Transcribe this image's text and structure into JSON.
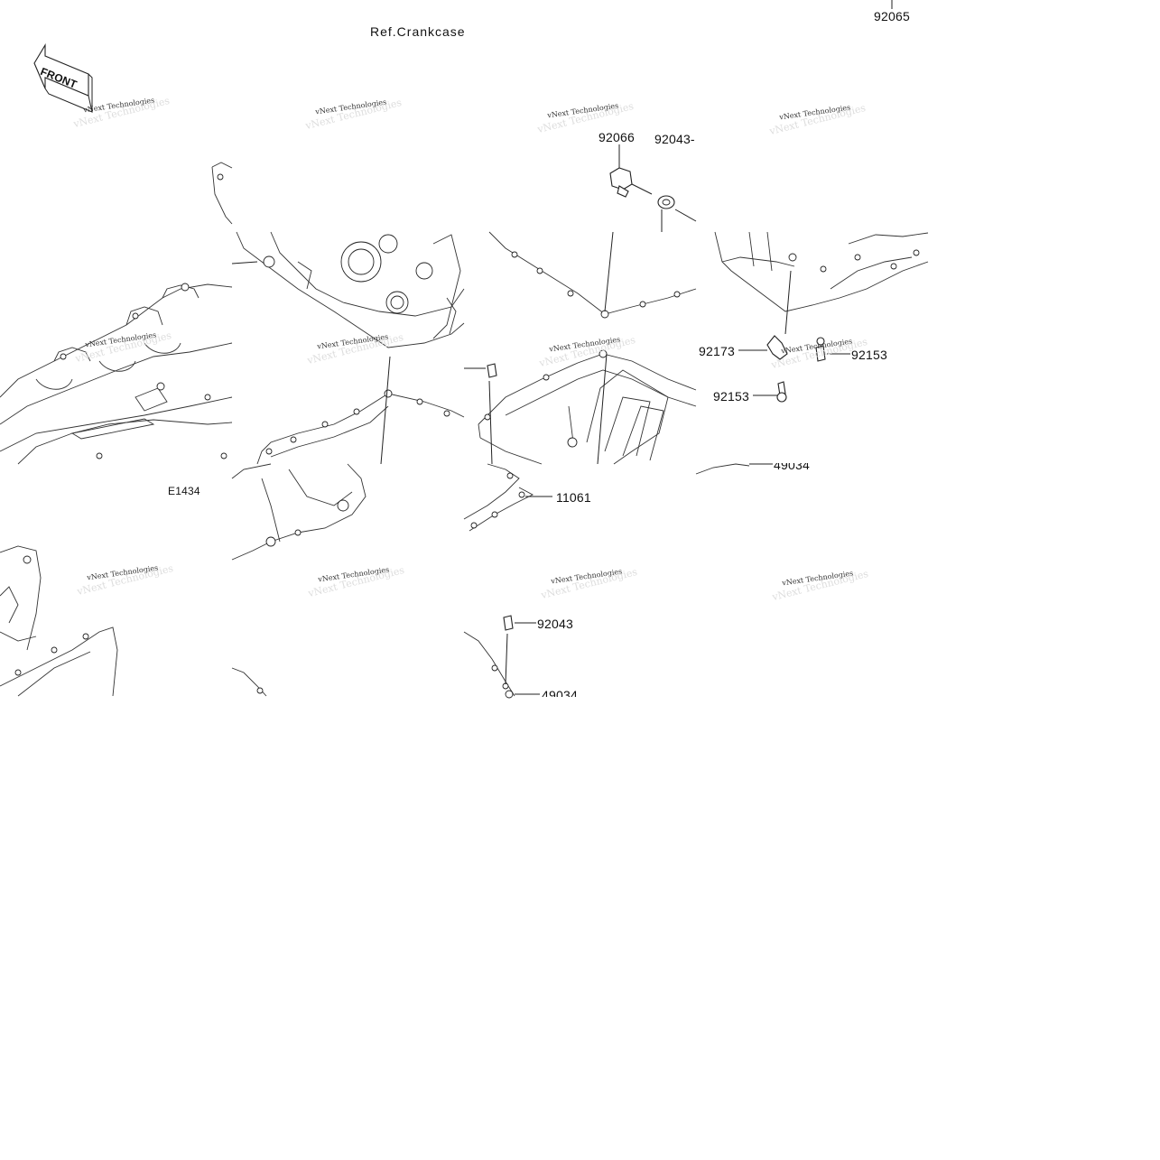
{
  "diagram": {
    "ref_label": "Ref.Crankcase",
    "front_badge": "FRONT",
    "figure_code": "E1434",
    "watermark": "vNext Technologies",
    "callouts": {
      "p92065": "92065",
      "p92066": "92066",
      "p92043_top": "92043-",
      "p92173": "92173",
      "p92153_right": "92153",
      "p92153_left": "92153",
      "p49034_top": "49034",
      "p11061": "11061",
      "p92043_bottom": "92043",
      "p49034_bottom": "49034"
    }
  }
}
